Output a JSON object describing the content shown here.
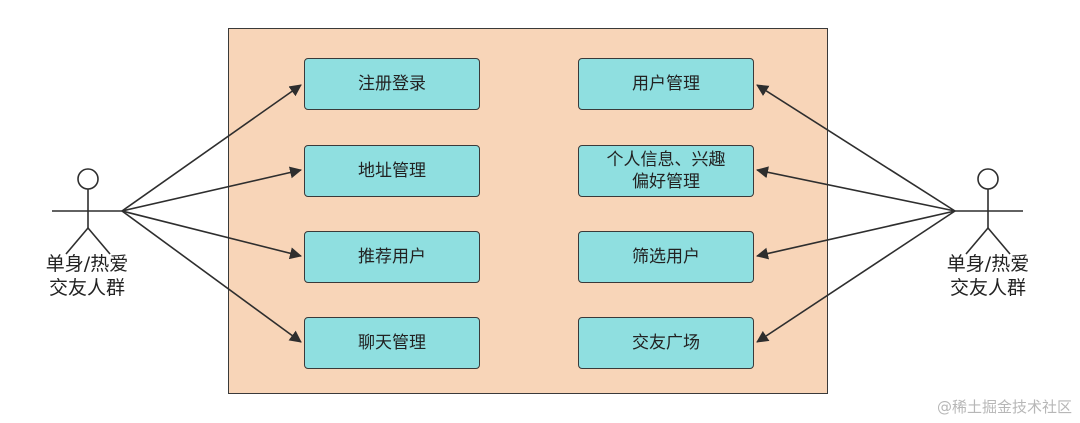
{
  "system": {
    "left_use_cases": [
      "注册登录",
      "地址管理",
      "推荐用户",
      "聊天管理"
    ],
    "right_use_cases": [
      {
        "line1": "用户管理",
        "line2": ""
      },
      {
        "line1": "个人信息、兴趣",
        "line2": "偏好管理"
      },
      {
        "line1": "筛选用户",
        "line2": ""
      },
      {
        "line1": "交友广场",
        "line2": ""
      }
    ]
  },
  "actors": {
    "left": {
      "line1": "单身/热爱",
      "line2": "交友人群"
    },
    "right": {
      "line1": "单身/热爱",
      "line2": "交友人群"
    }
  },
  "watermark": "@稀土掘金技术社区",
  "colors": {
    "system_fill": "#f8d5b8",
    "use_case_fill": "#8fdfe0",
    "stroke": "#3a3a3a"
  }
}
